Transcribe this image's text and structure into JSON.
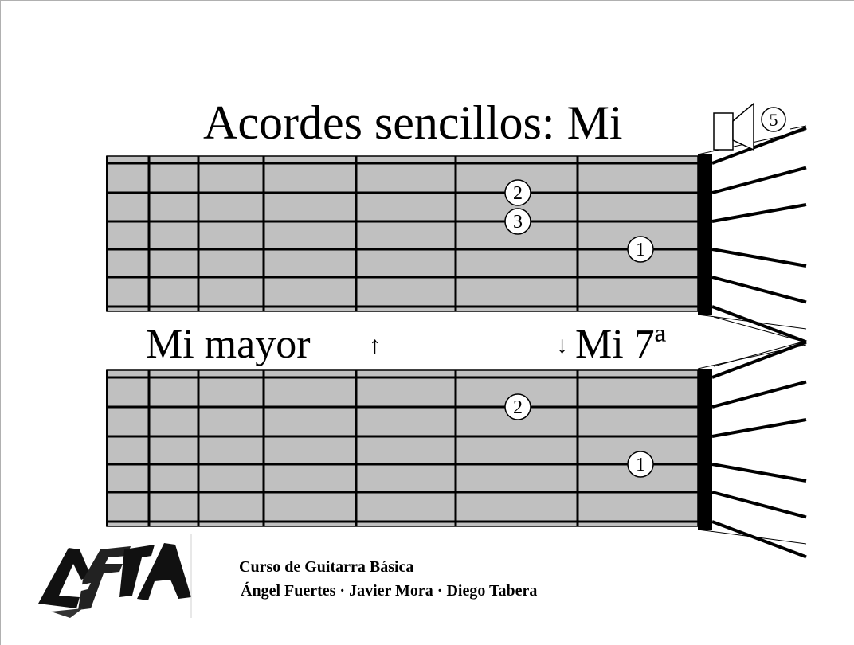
{
  "title": "Acordes sencillos: Mi",
  "speaker_badge": "5",
  "chords": [
    {
      "name": "Mi mayor",
      "arrow": "↑",
      "fingers": [
        {
          "finger": "2",
          "string": 2,
          "fret": 2
        },
        {
          "finger": "3",
          "string": 3,
          "fret": 2
        },
        {
          "finger": "1",
          "string": 4,
          "fret": 1
        }
      ]
    },
    {
      "name": "Mi 7ª",
      "arrow": "↓",
      "fingers": [
        {
          "finger": "2",
          "string": 2,
          "fret": 2
        },
        {
          "finger": "1",
          "string": 4,
          "fret": 1
        }
      ]
    }
  ],
  "credits": {
    "course": "Curso de Guitarra Básica",
    "authors": "Ángel Fuertes · Javier Mora · Diego Tabera"
  },
  "colors": {
    "fretboard": "#c0c0c0",
    "nut": "#000000",
    "lines": "#000000"
  }
}
